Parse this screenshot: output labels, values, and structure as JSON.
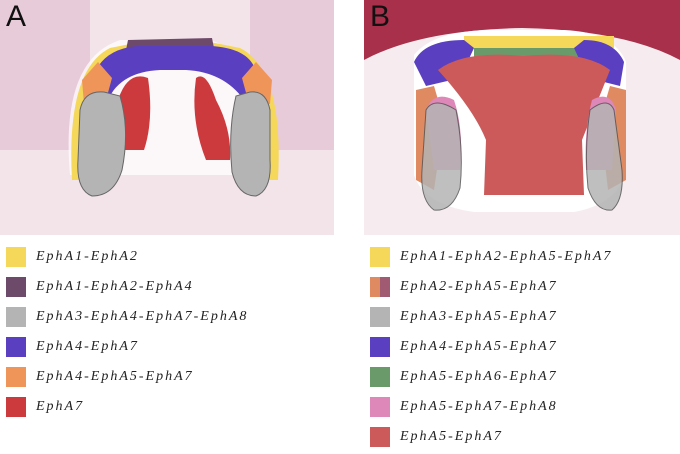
{
  "panels": [
    {
      "letter": "A"
    },
    {
      "letter": "B"
    }
  ],
  "legend_a": [
    {
      "label": "EphA1-EphA2",
      "color": "#f5d75a"
    },
    {
      "label": "EphA1-EphA2-EphA4",
      "color": "#6e4a6a"
    },
    {
      "label": "EphA3-EphA4-EphA7-EphA8",
      "color": "#b4b4b4"
    },
    {
      "label": "EphA4-EphA7",
      "color": "#5a3fc0"
    },
    {
      "label": "EphA4-EphA5-EphA7",
      "color": "#f0955a"
    },
    {
      "label": "EphA7",
      "color": "#cc3a3e"
    }
  ],
  "legend_b": [
    {
      "label": "EphA1-EphA2-EphA5-EphA7",
      "color": "#f5d75a"
    },
    {
      "label": "EphA2-EphA5-EphA7",
      "color": "#e08a62",
      "color2": "#a05a72"
    },
    {
      "label": "EphA3-EphA5-EphA7",
      "color": "#b4b4b4"
    },
    {
      "label": "EphA4-EphA5-EphA7",
      "color": "#5a3fc0"
    },
    {
      "label": "EphA5-EphA6-EphA7",
      "color": "#6a9a6a"
    },
    {
      "label": "EphA5-EphA7-EphA8",
      "color": "#dd88b8"
    },
    {
      "label": "EphA5-EphA7",
      "color": "#cc5a5a"
    }
  ]
}
